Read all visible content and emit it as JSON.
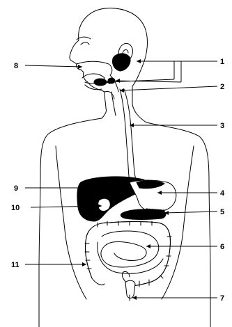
{
  "diagram": {
    "labels": [
      {
        "id": "1",
        "text": "1"
      },
      {
        "id": "2",
        "text": "2"
      },
      {
        "id": "3",
        "text": "3"
      },
      {
        "id": "4",
        "text": "4"
      },
      {
        "id": "5",
        "text": "5"
      },
      {
        "id": "6",
        "text": "6"
      },
      {
        "id": "7",
        "text": "7"
      },
      {
        "id": "8",
        "text": "8"
      },
      {
        "id": "9",
        "text": "9"
      },
      {
        "id": "10",
        "text": "10"
      },
      {
        "id": "11",
        "text": "11"
      }
    ],
    "colors": {
      "line": "#000000",
      "organ_dark": "#000000",
      "background": "#ffffff"
    }
  }
}
